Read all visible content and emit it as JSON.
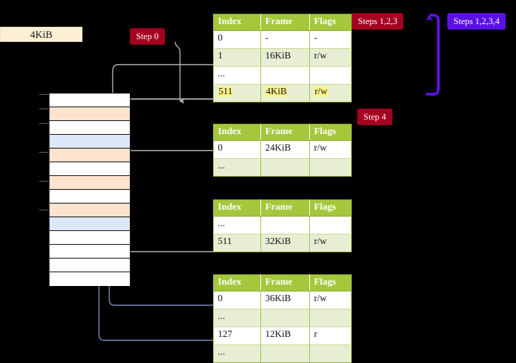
{
  "diagram": {
    "title_labels": {
      "size_label": "4KiB",
      "step0": "Step 0",
      "steps123": "Steps 1,2,3",
      "steps1234": "Steps 1,2,3,4",
      "step4": "Step 4"
    },
    "colors": {
      "badge_red": "#a50021",
      "badge_purple": "#5b10e8",
      "table_header_green": "#a5c73c",
      "table_alt_row": "#e8eed4",
      "highlight_yellow": "#fbf58b",
      "mem_orange": "#fce3cd",
      "mem_blue": "#dce7f7",
      "label_cream": "#fcefd4",
      "wire_gray": "#b0b0b0",
      "wire_blue": "#7a96c2"
    },
    "columns": [
      "Index",
      "Frame",
      "Flags"
    ],
    "tables": [
      {
        "id": "level0",
        "rows": [
          {
            "index": "0",
            "frame": "-",
            "flags": "-",
            "alt": false,
            "highlight": false
          },
          {
            "index": "1",
            "frame": "16KiB",
            "flags": "r/w",
            "alt": true,
            "highlight": false
          },
          {
            "index": "...",
            "frame": "",
            "flags": "",
            "alt": false,
            "highlight": false
          },
          {
            "index": "511",
            "frame": "4KiB",
            "flags": "r/w",
            "alt": true,
            "highlight": true
          }
        ]
      },
      {
        "id": "level1",
        "rows": [
          {
            "index": "0",
            "frame": "24KiB",
            "flags": "r/w",
            "alt": false,
            "highlight": false
          },
          {
            "index": "...",
            "frame": "",
            "flags": "",
            "alt": true,
            "highlight": false
          }
        ]
      },
      {
        "id": "level2",
        "rows": [
          {
            "index": "...",
            "frame": "",
            "flags": "",
            "alt": false,
            "highlight": false
          },
          {
            "index": "511",
            "frame": "32KiB",
            "flags": "r/w",
            "alt": true,
            "highlight": false
          }
        ]
      },
      {
        "id": "level3",
        "rows": [
          {
            "index": "0",
            "frame": "36KiB",
            "flags": "r/w",
            "alt": false,
            "highlight": false
          },
          {
            "index": "...",
            "frame": "",
            "flags": "",
            "alt": true,
            "highlight": false
          },
          {
            "index": "127",
            "frame": "12KiB",
            "flags": "r",
            "alt": false,
            "highlight": false
          },
          {
            "index": "...",
            "frame": "",
            "flags": "",
            "alt": true,
            "highlight": false
          }
        ]
      }
    ],
    "memory_cells": [
      {
        "fill": "white"
      },
      {
        "fill": "orange"
      },
      {
        "fill": "white"
      },
      {
        "fill": "blue"
      },
      {
        "fill": "orange"
      },
      {
        "fill": "white"
      },
      {
        "fill": "orange"
      },
      {
        "fill": "white"
      },
      {
        "fill": "orange"
      },
      {
        "fill": "blue"
      },
      {
        "fill": "white"
      },
      {
        "fill": "white"
      },
      {
        "fill": "white"
      },
      {
        "fill": "white"
      }
    ]
  }
}
